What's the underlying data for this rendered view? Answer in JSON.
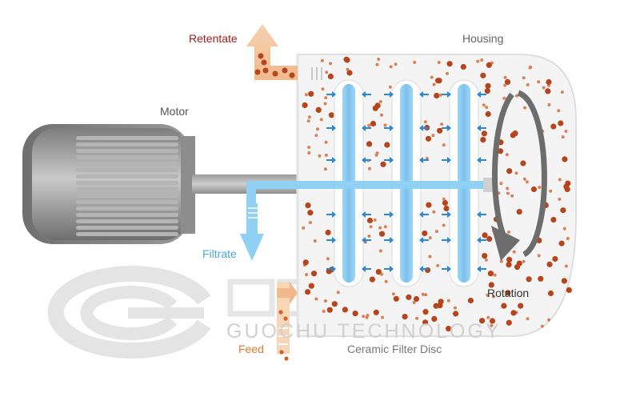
{
  "labels": {
    "retentate": "Retentate",
    "housing": "Housing",
    "motor": "Motor",
    "filtrate": "Filtrate",
    "rotation": "Rotation",
    "feed": "Feed",
    "ceramic_filter_disc": "Ceramic Filter Disc"
  },
  "watermark": {
    "text": "GUOCHU TECHNOLOGY"
  },
  "colors": {
    "retentate": "#a31c1c",
    "feed": "#e07b2a",
    "filtrate": "#4aa8de",
    "label_gray": "#555555",
    "disc_blue": "#7fc6ef",
    "arrow_blue": "#2b86d6",
    "particle": "#b5451c",
    "motor_gray": "#8a8a8a",
    "watermark": "#d6d6d6"
  }
}
